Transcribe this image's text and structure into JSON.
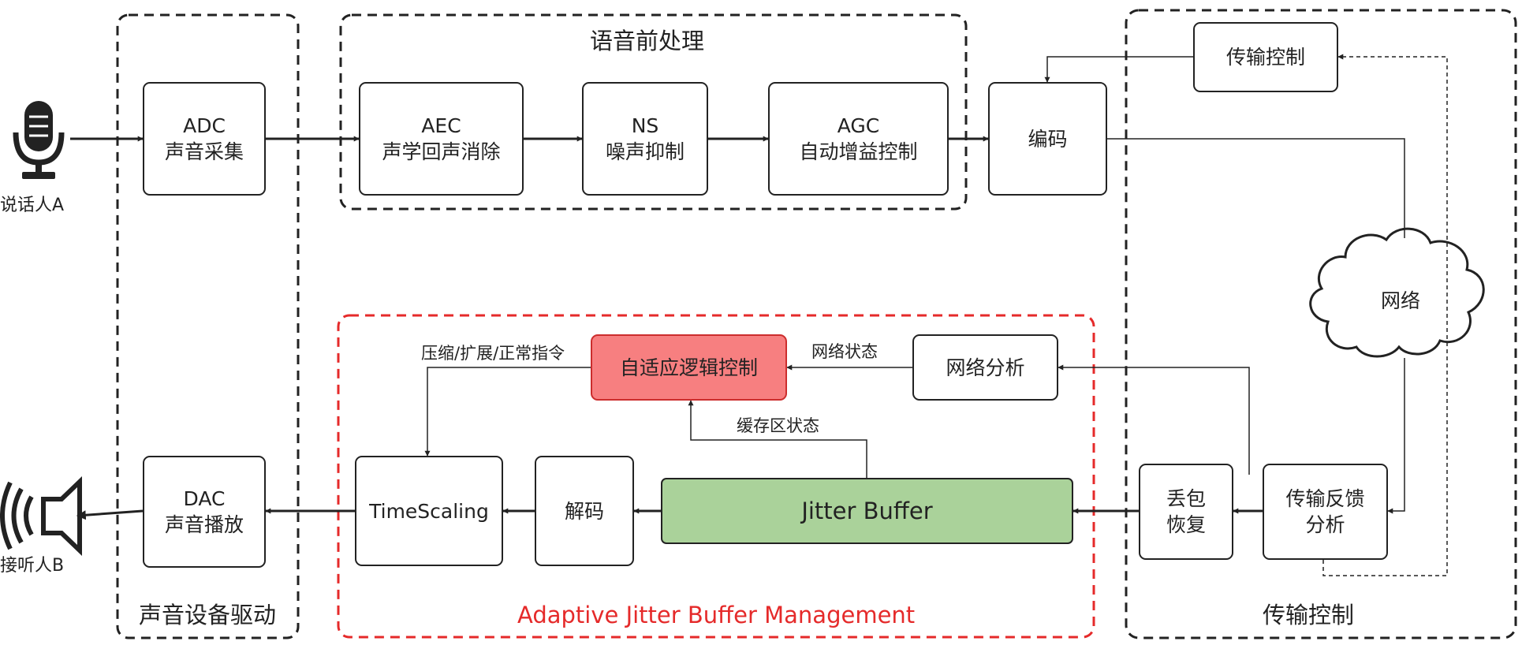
{
  "groups": {
    "preprocess": "语音前处理",
    "device_driver": "声音设备驱动",
    "adaptive_jb": "Adaptive Jitter Buffer Management",
    "transport": "传输控制"
  },
  "speaker_a": "说话人A",
  "listener_b": "接听人B",
  "boxes": {
    "adc": [
      "ADC",
      "声音采集"
    ],
    "aec": [
      "AEC",
      "声学回声消除"
    ],
    "ns": [
      "NS",
      "噪声抑制"
    ],
    "agc": [
      "AGC",
      "自动增益控制"
    ],
    "encode": [
      "编码"
    ],
    "transport_ctrl": [
      "传输控制"
    ],
    "dac": [
      "DAC",
      "声音播放"
    ],
    "timescaling": [
      "TimeScaling"
    ],
    "decode": [
      "解码"
    ],
    "jitter_buffer": [
      "Jitter Buffer"
    ],
    "adaptive_logic": [
      "自适应逻辑控制"
    ],
    "net_analysis": [
      "网络分析"
    ],
    "loss_recovery": [
      "丢包",
      "恢复"
    ],
    "feedback_analysis": [
      "传输反馈",
      "分析"
    ]
  },
  "cloud_label": "网络",
  "edge_labels": {
    "commands": "压缩/扩展/正常指令",
    "net_state": "网络状态",
    "buffer_state": "缓存区状态"
  },
  "colors": {
    "adaptive_box_fill": "#f77f80",
    "jitter_box_fill": "#aad29a",
    "adaptive_group_border": "#e52a2a"
  }
}
